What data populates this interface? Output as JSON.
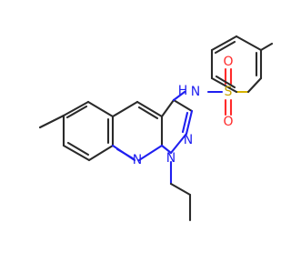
{
  "atoms": {
    "nh": "N",
    "h": "H",
    "s": "S",
    "o_top": "O",
    "o_bottom": "O",
    "n_pyrazole_2": "N",
    "n_pyrazole_1": "N",
    "n_quinoline": "N"
  },
  "colors": {
    "carbon_bond": "#2a2a2a",
    "nitrogen": "#1f1ff0",
    "sulfur": "#d6b200",
    "oxygen": "#ff2a2a"
  }
}
